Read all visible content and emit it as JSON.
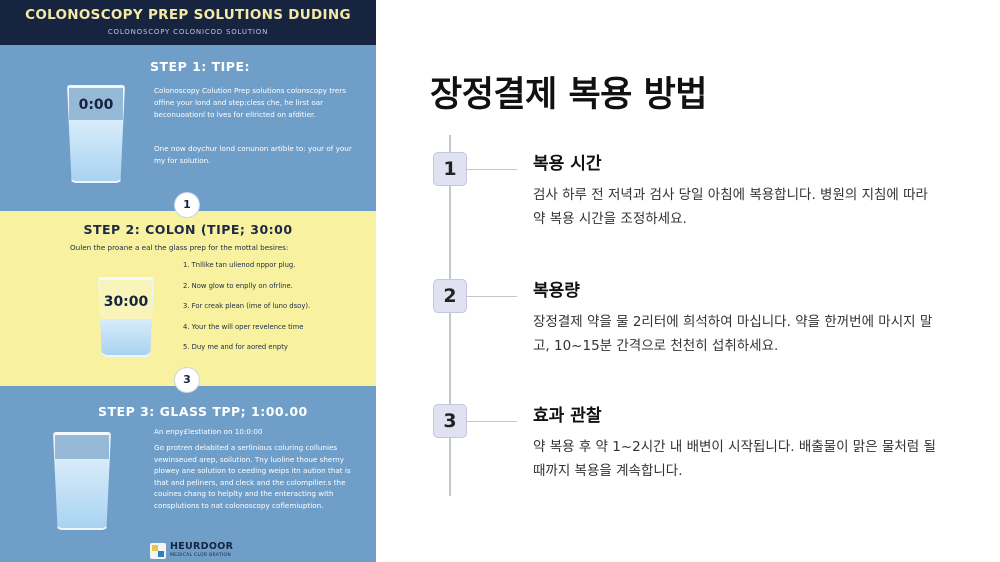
{
  "poster": {
    "title": "COLONOSCOPY PREP SOLUTIONS DUDING",
    "subtitle": "COLONOSCOPY COLONICOD SOLUTION",
    "step1": {
      "heading": "STEP 1: TIPE:",
      "glass_time": "0:00",
      "paragraph1": "Colonoscopy Colution Prep solutions colonscopy trers offine your lond and step:cless che, he lirst oar beconuoationl to lves for ellricted on afditier.",
      "paragraph2": "One now doychur lond conunon artible to: your of your my for solution."
    },
    "step2": {
      "number": "1",
      "heading": "STEP 2: COLON (TIPE; 30:00",
      "intro": "Oulen the proane a eal the glass prep for the mottal besires:",
      "glass_time": "30:00",
      "items": [
        "1. Tnllike tan ulienod nppor plug.",
        "2. Now glow to enplly on ofrline.",
        "3. For creak plean (ime of luno dsoy).",
        "4. Your the will oper revelence time",
        "5. Duy me and for aored enpty"
      ]
    },
    "step3": {
      "number": "3",
      "heading": "STEP 3: GLASS TPP; 1:00.00",
      "line1": "An enpy£lestiation on 10:0:00",
      "paragraph": "Go protren delabited a serllnious coluring collunies vewinseued arep, soilution. Tny luoline thoue sherny plowey ane solution to ceeding weips itn aution that is that and peliners, and cleck and the colompilier.s the couines chang to helplty and the enteracting with consplutions to nat colonoscopy coflemiuption."
    },
    "logo": {
      "name": "HEURDOOR",
      "tagline": "MEDICAL CLOR BRATION"
    }
  },
  "main": {
    "title": "장정결제 복용 방법",
    "steps": [
      {
        "number": "1",
        "title": "복용 시간",
        "description": "검사 하루 전 저녁과 검사 당일 아침에 복용합니다. 병원의 지침에 따라 약 복용 시간을 조정하세요."
      },
      {
        "number": "2",
        "title": "복용량",
        "description": "장정결제 약을 물 2리터에 희석하여 마십니다. 약을 한꺼번에 마시지 말고, 10~15분 간격으로 천천히 섭취하세요."
      },
      {
        "number": "3",
        "title": "효과 관찰",
        "description": "약 복용 후 약 1~2시간 내 배변이 시작됩니다. 배출물이 맑은 물처럼 될 때까지 복용을 계속합니다."
      }
    ]
  }
}
